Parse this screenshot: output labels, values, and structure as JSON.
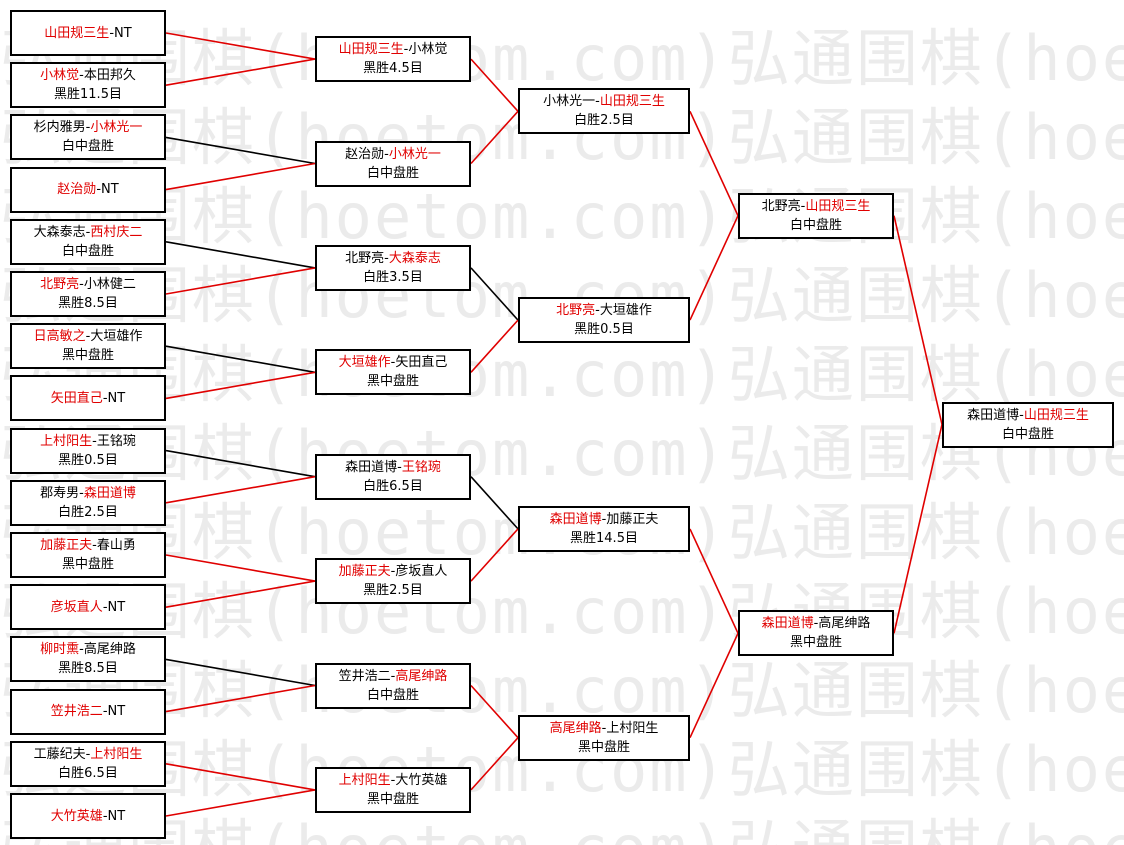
{
  "watermark": "弘通围棋(hoetom.com)",
  "colors": {
    "winner": "#e00000",
    "line_win": "#e00000",
    "line_lose": "#000000"
  },
  "rounds": [
    [
      {
        "id": "r1m1",
        "players": [
          {
            "name": "山田规三生",
            "win": true
          },
          {
            "name": "NT",
            "win": false
          }
        ],
        "result": ""
      },
      {
        "id": "r1m2",
        "players": [
          {
            "name": "小林觉",
            "win": true
          },
          {
            "name": "本田邦久",
            "win": false
          }
        ],
        "result": "黑胜11.5目"
      },
      {
        "id": "r1m3",
        "players": [
          {
            "name": "杉内雅男",
            "win": false
          },
          {
            "name": "小林光一",
            "win": true
          }
        ],
        "result": "白中盘胜"
      },
      {
        "id": "r1m4",
        "players": [
          {
            "name": "赵治勋",
            "win": true
          },
          {
            "name": "NT",
            "win": false
          }
        ],
        "result": ""
      },
      {
        "id": "r1m5",
        "players": [
          {
            "name": "大森泰志",
            "win": false
          },
          {
            "name": "西村庆二",
            "win": true
          }
        ],
        "result": "白中盘胜"
      },
      {
        "id": "r1m6",
        "players": [
          {
            "name": "北野亮",
            "win": true
          },
          {
            "name": "小林健二",
            "win": false
          }
        ],
        "result": "黑胜8.5目"
      },
      {
        "id": "r1m7",
        "players": [
          {
            "name": "日高敏之",
            "win": true
          },
          {
            "name": "大垣雄作",
            "win": false
          }
        ],
        "result": "黑中盘胜"
      },
      {
        "id": "r1m8",
        "players": [
          {
            "name": "矢田直己",
            "win": true
          },
          {
            "name": "NT",
            "win": false
          }
        ],
        "result": ""
      },
      {
        "id": "r1m9",
        "players": [
          {
            "name": "上村阳生",
            "win": true
          },
          {
            "name": "王铭琬",
            "win": false
          }
        ],
        "result": "黑胜0.5目"
      },
      {
        "id": "r1m10",
        "players": [
          {
            "name": "郡寿男",
            "win": false
          },
          {
            "name": "森田道博",
            "win": true
          }
        ],
        "result": "白胜2.5目"
      },
      {
        "id": "r1m11",
        "players": [
          {
            "name": "加藤正夫",
            "win": true
          },
          {
            "name": "春山勇",
            "win": false
          }
        ],
        "result": "黑中盘胜"
      },
      {
        "id": "r1m12",
        "players": [
          {
            "name": "彦坂直人",
            "win": true
          },
          {
            "name": "NT",
            "win": false
          }
        ],
        "result": ""
      },
      {
        "id": "r1m13",
        "players": [
          {
            "name": "柳时熏",
            "win": true
          },
          {
            "name": "高尾绅路",
            "win": false
          }
        ],
        "result": "黑胜8.5目"
      },
      {
        "id": "r1m14",
        "players": [
          {
            "name": "笠井浩二",
            "win": true
          },
          {
            "name": "NT",
            "win": false
          }
        ],
        "result": ""
      },
      {
        "id": "r1m15",
        "players": [
          {
            "name": "工藤纪夫",
            "win": false
          },
          {
            "name": "上村阳生",
            "win": true
          }
        ],
        "result": "白胜6.5目"
      },
      {
        "id": "r1m16",
        "players": [
          {
            "name": "大竹英雄",
            "win": true
          },
          {
            "name": "NT",
            "win": false
          }
        ],
        "result": ""
      }
    ],
    [
      {
        "id": "r2m1",
        "players": [
          {
            "name": "山田规三生",
            "win": true
          },
          {
            "name": "小林觉",
            "win": false
          }
        ],
        "result": "黑胜4.5目"
      },
      {
        "id": "r2m2",
        "players": [
          {
            "name": "赵治勋",
            "win": false
          },
          {
            "name": "小林光一",
            "win": true
          }
        ],
        "result": "白中盘胜"
      },
      {
        "id": "r2m3",
        "players": [
          {
            "name": "北野亮",
            "win": false
          },
          {
            "name": "大森泰志",
            "win": true
          }
        ],
        "result": "白胜3.5目"
      },
      {
        "id": "r2m4",
        "players": [
          {
            "name": "大垣雄作",
            "win": true
          },
          {
            "name": "矢田直己",
            "win": false
          }
        ],
        "result": "黑中盘胜"
      },
      {
        "id": "r2m5",
        "players": [
          {
            "name": "森田道博",
            "win": false
          },
          {
            "name": "王铭琬",
            "win": true
          }
        ],
        "result": "白胜6.5目"
      },
      {
        "id": "r2m6",
        "players": [
          {
            "name": "加藤正夫",
            "win": true
          },
          {
            "name": "彦坂直人",
            "win": false
          }
        ],
        "result": "黑胜2.5目"
      },
      {
        "id": "r2m7",
        "players": [
          {
            "name": "笠井浩二",
            "win": false
          },
          {
            "name": "高尾绅路",
            "win": true
          }
        ],
        "result": "白中盘胜"
      },
      {
        "id": "r2m8",
        "players": [
          {
            "name": "上村阳生",
            "win": true
          },
          {
            "name": "大竹英雄",
            "win": false
          }
        ],
        "result": "黑中盘胜"
      }
    ],
    [
      {
        "id": "r3m1",
        "players": [
          {
            "name": "小林光一",
            "win": false
          },
          {
            "name": "山田规三生",
            "win": true
          }
        ],
        "result": "白胜2.5目"
      },
      {
        "id": "r3m2",
        "players": [
          {
            "name": "北野亮",
            "win": true
          },
          {
            "name": "大垣雄作",
            "win": false
          }
        ],
        "result": "黑胜0.5目"
      },
      {
        "id": "r3m3",
        "players": [
          {
            "name": "森田道博",
            "win": true
          },
          {
            "name": "加藤正夫",
            "win": false
          }
        ],
        "result": "黑胜14.5目"
      },
      {
        "id": "r3m4",
        "players": [
          {
            "name": "高尾绅路",
            "win": true
          },
          {
            "name": "上村阳生",
            "win": false
          }
        ],
        "result": "黑中盘胜"
      }
    ],
    [
      {
        "id": "r4m1",
        "players": [
          {
            "name": "北野亮",
            "win": false
          },
          {
            "name": "山田规三生",
            "win": true
          }
        ],
        "result": "白中盘胜"
      },
      {
        "id": "r4m2",
        "players": [
          {
            "name": "森田道博",
            "win": true
          },
          {
            "name": "高尾绅路",
            "win": false
          }
        ],
        "result": "黑中盘胜"
      }
    ],
    [
      {
        "id": "r5m1",
        "players": [
          {
            "name": "森田道博",
            "win": false
          },
          {
            "name": "山田规三生",
            "win": true
          }
        ],
        "result": "白中盘胜"
      }
    ]
  ],
  "connectors": {
    "round1": [
      "win",
      "win",
      "lose",
      "win",
      "lose",
      "win",
      "lose",
      "win",
      "lose",
      "win",
      "win",
      "win",
      "lose",
      "win",
      "win",
      "win"
    ],
    "round2": [
      "win",
      "win",
      "lose",
      "win",
      "lose",
      "win",
      "win",
      "win"
    ],
    "round3": [
      "win",
      "win",
      "win",
      "win"
    ],
    "round4": [
      "win",
      "win"
    ]
  }
}
